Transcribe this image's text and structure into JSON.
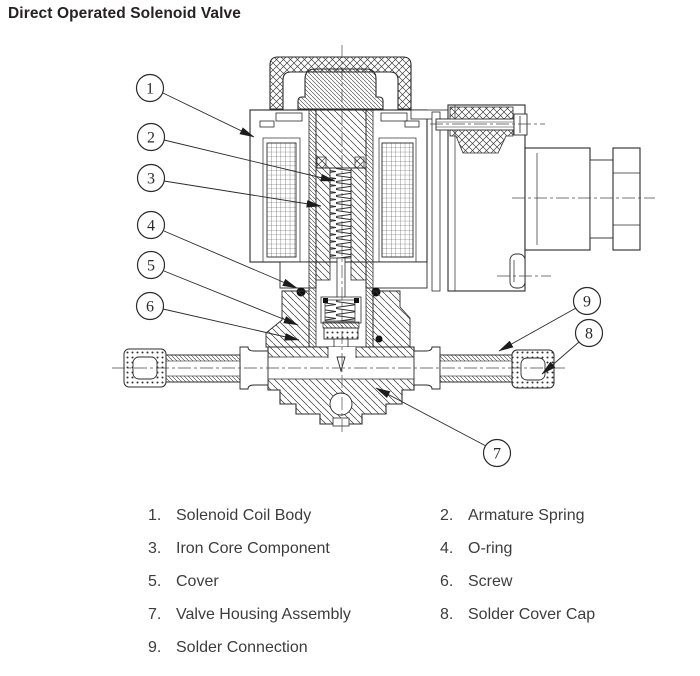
{
  "title": "Direct Operated Solenoid Valve",
  "diagram": {
    "callouts": [
      {
        "num": "1"
      },
      {
        "num": "2"
      },
      {
        "num": "3"
      },
      {
        "num": "4"
      },
      {
        "num": "5"
      },
      {
        "num": "6"
      },
      {
        "num": "7"
      },
      {
        "num": "8"
      },
      {
        "num": "9"
      }
    ]
  },
  "legend": {
    "items": [
      {
        "num": "1.",
        "label": "Solenoid Coil Body"
      },
      {
        "num": "2.",
        "label": "Armature Spring"
      },
      {
        "num": "3.",
        "label": "Iron Core Component"
      },
      {
        "num": "4.",
        "label": "O-ring"
      },
      {
        "num": "5.",
        "label": "Cover"
      },
      {
        "num": "6.",
        "label": "Screw"
      },
      {
        "num": "7.",
        "label": "Valve Housing Assembly"
      },
      {
        "num": "8.",
        "label": "Solder Cover Cap"
      },
      {
        "num": "9.",
        "label": "Solder Connection"
      }
    ]
  }
}
